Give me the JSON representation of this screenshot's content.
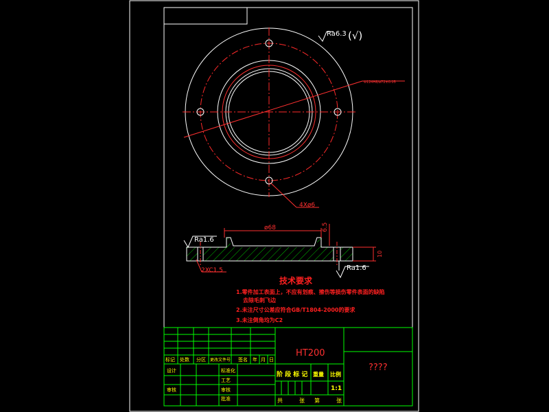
{
  "colors": {
    "background": "#000000",
    "frame": "#ffffff",
    "center_line": "#ff2a2a",
    "dimension": "#ff3030",
    "hatch": "#00c000",
    "table": "#00ff00",
    "table_text": "#ffff00",
    "requirements": "#ff2020"
  },
  "annotations": {
    "surface_finish_top": "Ra6.3",
    "surface_finish_top_paren": "(√)",
    "bolt_circle_label": "Φ124H8/ø72±0.05",
    "hole_callout": "4Xø6",
    "section_ra_left": "Ra1.6",
    "section_ra_right": "Ra1.6",
    "chamfer": "2XC1.5",
    "dim_inner_diameter": "ø68",
    "dim_depth": "6.5",
    "dim_thickness": "10"
  },
  "requirements": {
    "title": "技术要求",
    "items": [
      "1.零件加工表面上，不应有划痕、擦伤等损伤零件表面的缺陷",
      "去除毛刺飞边",
      "2.未注尺寸公差应符合GB/T1804-2000的要求",
      "3.未注倒角均为C2"
    ]
  },
  "title_block": {
    "material": "HT200",
    "drawing_name": "????",
    "header_cells": [
      "标记",
      "处数",
      "分区",
      "更改文件号",
      "签名",
      "年",
      "月",
      "日"
    ],
    "design": "设计",
    "standardize": "标准化",
    "process_review": "审核",
    "craft": "工艺",
    "approve": "批准",
    "review": "审核",
    "stage_label": "阶 段 标 记",
    "weight_label": "重量",
    "scale_label": "比例",
    "scale_value": "1:1",
    "sheets_total": "共",
    "sheets_label": "张",
    "sheet_no": "第",
    "sheet_label": "张"
  }
}
